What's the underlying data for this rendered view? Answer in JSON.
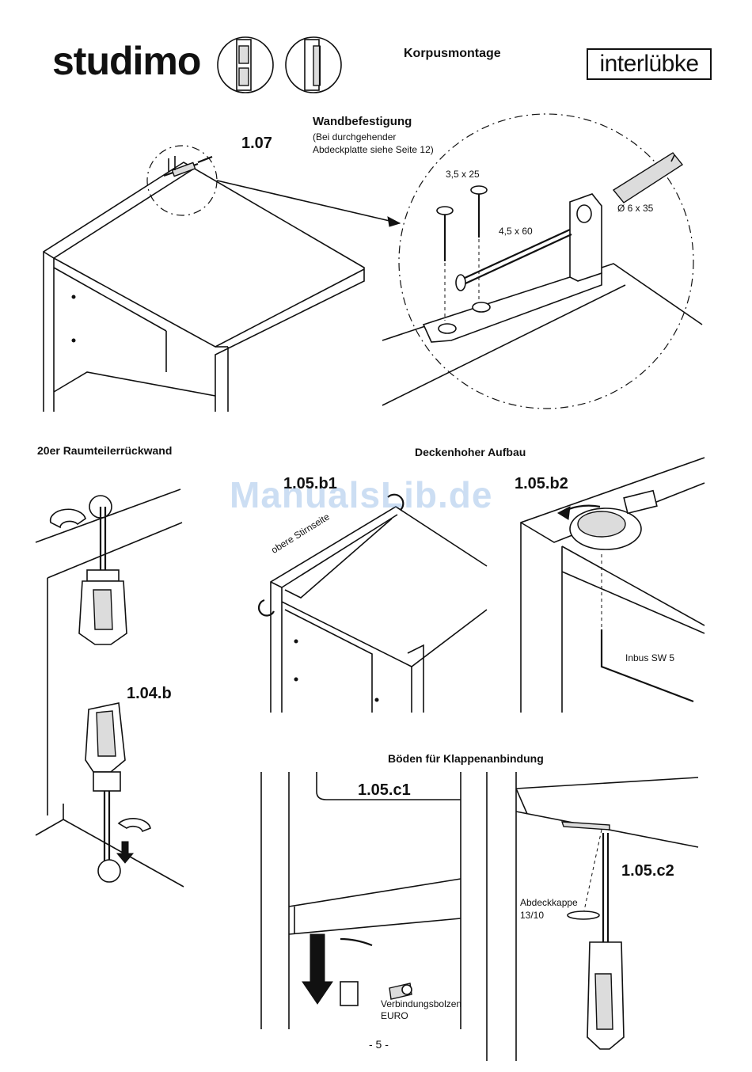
{
  "header": {
    "brand": "studimo",
    "title": "Korpusmontage",
    "logo": "interlübke"
  },
  "section_107": {
    "heading": "Wandbefestigung",
    "note_line1": "(Bei durchgehender",
    "note_line2": "Abdeckplatte siehe Seite 12)",
    "step": "1.07",
    "label_screw_small": "3,5 x 25",
    "label_screw_long": "4,5 x 60",
    "label_dowel": "Ø 6 x 35"
  },
  "section_104b": {
    "heading": "20er Raumteilerrückwand",
    "step": "1.04.b"
  },
  "section_105b": {
    "heading": "Deckenhoher Aufbau",
    "step_b1": "1.05.b1",
    "step_b2": "1.05.b2",
    "label_top_edge": "obere Stirnseite",
    "label_hex_key": "Inbus SW 5"
  },
  "section_105c": {
    "heading": "Böden für Klappenanbindung",
    "step_c1": "1.05.c1",
    "step_c2": "1.05.c2",
    "label_bolt_line1": "Verbindungsbolzen",
    "label_bolt_line2": "EURO",
    "label_cap_line1": "Abdeckkappe",
    "label_cap_line2": "13/10"
  },
  "footer": {
    "page_number": "- 5 -"
  },
  "watermark": "ManualsLib.de"
}
